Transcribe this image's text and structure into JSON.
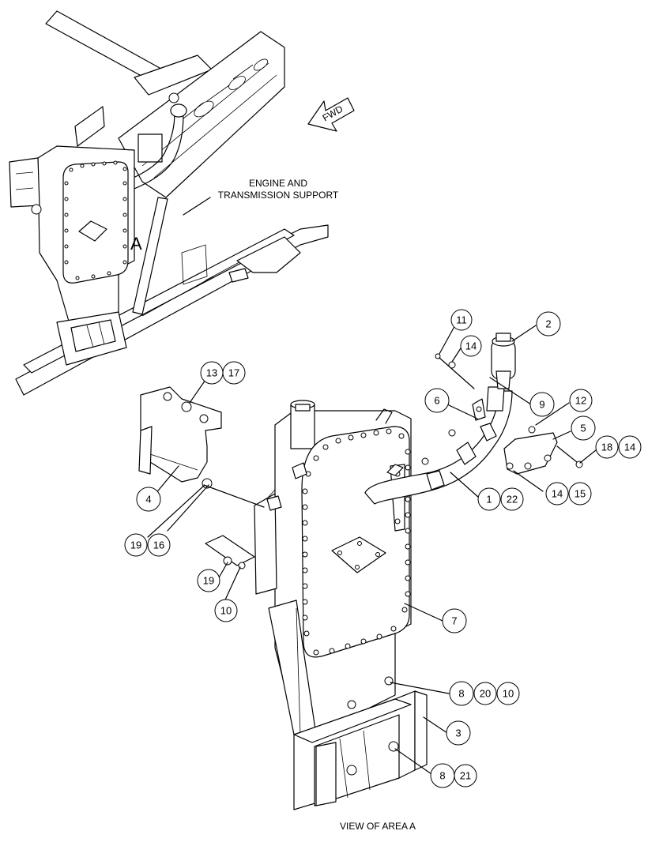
{
  "labels": {
    "engine_support_line1": "ENGINE AND",
    "engine_support_line2": "TRANSMISSION SUPPORT",
    "area_letter": "A",
    "view_caption": "VIEW OF AREA  A",
    "fwd_arrow": "FWD"
  },
  "callouts": [
    {
      "id": "c2",
      "text": "2"
    },
    {
      "id": "c11",
      "text": "11"
    },
    {
      "id": "c14a",
      "text": "14"
    },
    {
      "id": "c9",
      "text": "9"
    },
    {
      "id": "c6",
      "text": "6"
    },
    {
      "id": "c12",
      "text": "12"
    },
    {
      "id": "c5",
      "text": "5"
    },
    {
      "id": "c18",
      "text": "18"
    },
    {
      "id": "c14b",
      "text": "14"
    },
    {
      "id": "c14c",
      "text": "14"
    },
    {
      "id": "c15",
      "text": "15"
    },
    {
      "id": "c1",
      "text": "1"
    },
    {
      "id": "c22",
      "text": "22"
    },
    {
      "id": "c13",
      "text": "13"
    },
    {
      "id": "c17",
      "text": "17"
    },
    {
      "id": "c4",
      "text": "4"
    },
    {
      "id": "c19a",
      "text": "19"
    },
    {
      "id": "c16",
      "text": "16"
    },
    {
      "id": "c19b",
      "text": "19"
    },
    {
      "id": "c10a",
      "text": "10"
    },
    {
      "id": "c7",
      "text": "7"
    },
    {
      "id": "c8a",
      "text": "8"
    },
    {
      "id": "c20",
      "text": "20"
    },
    {
      "id": "c10b",
      "text": "10"
    },
    {
      "id": "c3",
      "text": "3"
    },
    {
      "id": "c8b",
      "text": "8"
    },
    {
      "id": "c21",
      "text": "21"
    }
  ]
}
